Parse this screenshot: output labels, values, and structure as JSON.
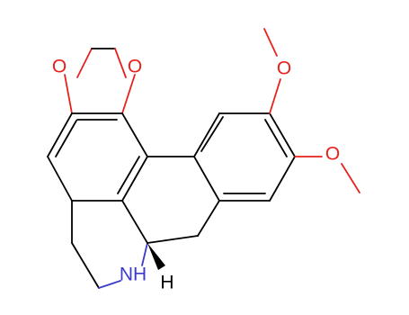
{
  "molecule": {
    "atoms": {
      "o_dioxole_left": "O",
      "o_dioxole_right": "O",
      "o_methoxy_top": "O",
      "o_methoxy_bottom": "O",
      "n_amine": "NH",
      "h_stereo": "H"
    },
    "colors": {
      "bond": "#000000",
      "oxygen": "#e8211c",
      "nitrogen": "#3b3bcc",
      "hydrogen": "#000000",
      "background": "#ffffff"
    }
  }
}
